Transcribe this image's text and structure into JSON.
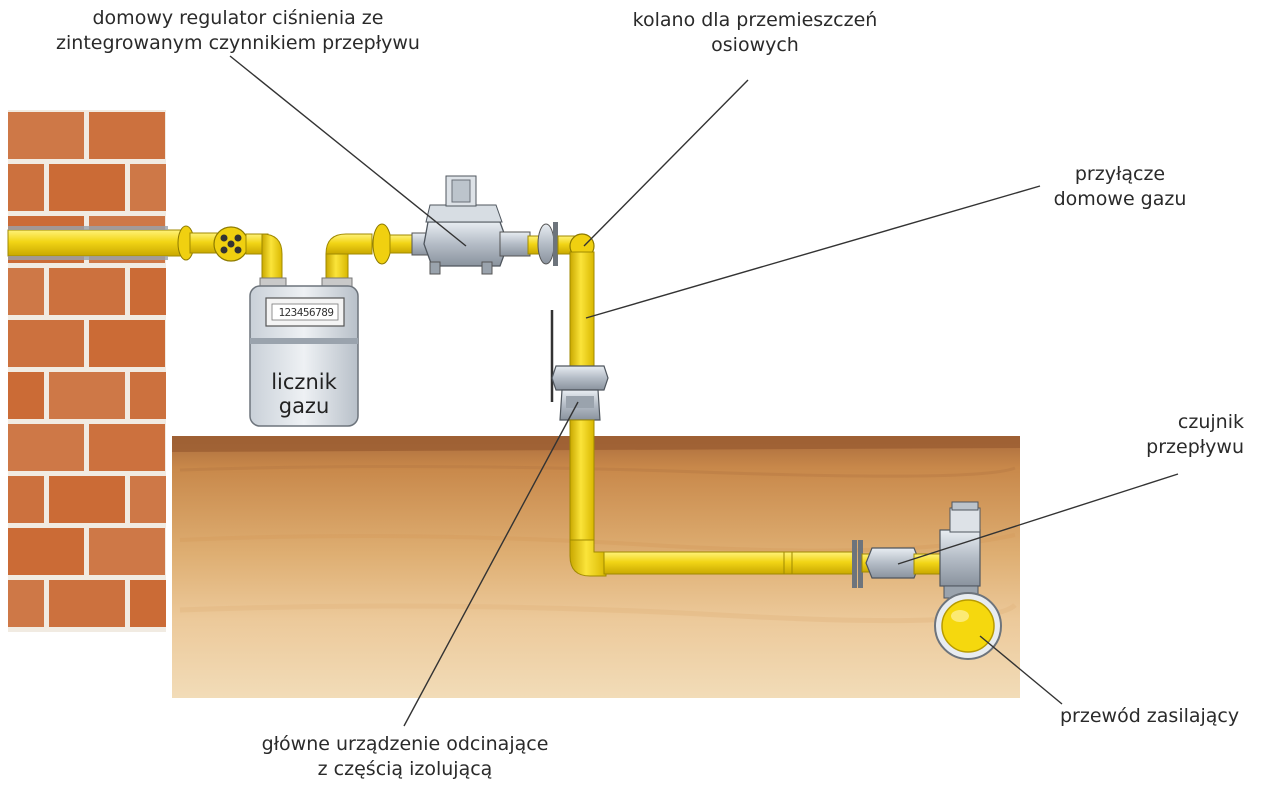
{
  "labels": {
    "regulator": [
      "domowy regulator ciśnienia ze",
      "zintegrowanym czynnikiem przepływu"
    ],
    "elbow": [
      "kolano dla przemieszczeń",
      "osiowych"
    ],
    "house_connection": [
      "przyłącze",
      "domowe gazu"
    ],
    "flow_sensor": [
      "czujnik",
      "przepływu"
    ],
    "supply_line": [
      "przewód zasilający"
    ],
    "main_shutoff": [
      "główne urządzenie odcinające",
      "z częścią izolującą"
    ]
  },
  "meter": {
    "label": [
      "licznik",
      "gazu"
    ],
    "counter": "123456789"
  },
  "colors": {
    "pipe_yellow": "#f2d516",
    "brick": "#c8642c",
    "mortar": "#f2ebe0",
    "soil": "#d9a261",
    "soil_top": "#a86a3a",
    "fitting_gray": "#b9c0c8",
    "leader_line": "#333333"
  }
}
